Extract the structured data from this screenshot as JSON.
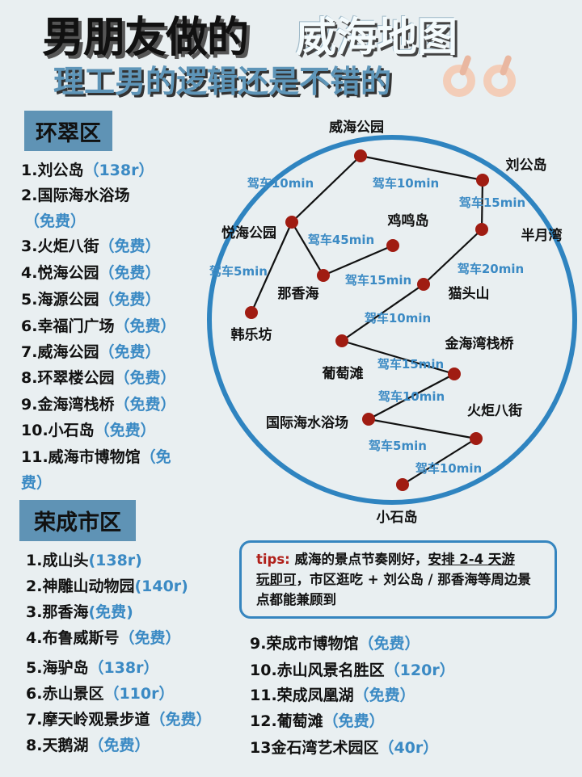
{
  "title": {
    "part1": "男朋友做的",
    "part2": "威海地图",
    "subtitle": "理工男的逻辑还是不错的"
  },
  "colors": {
    "accent": "#5f93b5",
    "price": "#3b8ac4",
    "node": "#a01c12",
    "circle": "#2f84c0",
    "tips": "#b0201a"
  },
  "huancui": {
    "header": "环翠区",
    "items": [
      {
        "name": "1.刘公岛",
        "price": "（138r）"
      },
      {
        "name": "2.国际海水浴场",
        "price": "（免费）"
      },
      {
        "name": "3.火炬八街",
        "price": "（免费）"
      },
      {
        "name": "4.悦海公园",
        "price": "（免费）"
      },
      {
        "name": "5.海源公园",
        "price": "（免费）"
      },
      {
        "name": "6.幸福门广场",
        "price": "（免费）"
      },
      {
        "name": "7.威海公园",
        "price": "（免费）"
      },
      {
        "name": "8.环翠楼公园",
        "price": "（免费）"
      },
      {
        "name": "9.金海湾栈桥",
        "price": "（免费）"
      },
      {
        "name": "10.小石岛",
        "price": "（免费）"
      },
      {
        "name": "11.威海市博物馆",
        "price": "（免",
        "price2": "费）"
      }
    ]
  },
  "rongcheng": {
    "header": "荣成市区",
    "items": [
      {
        "name": "1.成山头",
        "price": "(138r)"
      },
      {
        "name": "2.神雕山动物园",
        "price": "(140r)"
      },
      {
        "name": "3.那香海",
        "price": "(免费)"
      },
      {
        "name": "4.布鲁威斯号",
        "price": "（免费）"
      },
      {
        "name": "5.海驴岛",
        "price": "（138r）"
      },
      {
        "name": "6.赤山景区",
        "price": "（110r）"
      },
      {
        "name": "7.摩天岭观景步道",
        "price": "（免费）"
      },
      {
        "name": "8.天鹅湖",
        "price": "（免费）"
      },
      {
        "name": "9.荣成市博物馆",
        "price": "（免费）"
      },
      {
        "name": "10.赤山风景名胜区",
        "price": "（120r）"
      },
      {
        "name": "11.荣成凤凰湖",
        "price": "（免费）"
      },
      {
        "name": "12.葡萄滩",
        "price": "（免费）"
      },
      {
        "name": "13金石湾艺术园区",
        "price": "（40r）"
      }
    ]
  },
  "map": {
    "places": [
      "威海公园",
      "刘公岛",
      "半月湾",
      "猫头山",
      "葡萄滩",
      "金海湾栈桥",
      "国际海水浴场",
      "火炬八街",
      "小石岛",
      "悦海公园",
      "那香海",
      "鸡鸣岛",
      "韩乐坊"
    ],
    "drives": [
      "驾车10min",
      "驾车10min",
      "驾车15min",
      "驾车45min",
      "驾车5min",
      "驾车15min",
      "驾车20min",
      "驾车10min",
      "驾车15min",
      "驾车10min",
      "驾车5min",
      "驾车10min"
    ]
  },
  "tips": {
    "label": "tips:",
    "text1": " 威海的景点节奏刚好，",
    "underline1": "安排 2-4 天游",
    "underline2": "玩即可",
    "text2": "，市区逛吃 + 刘公岛 / 那香海等周边景点都能兼顾到"
  }
}
